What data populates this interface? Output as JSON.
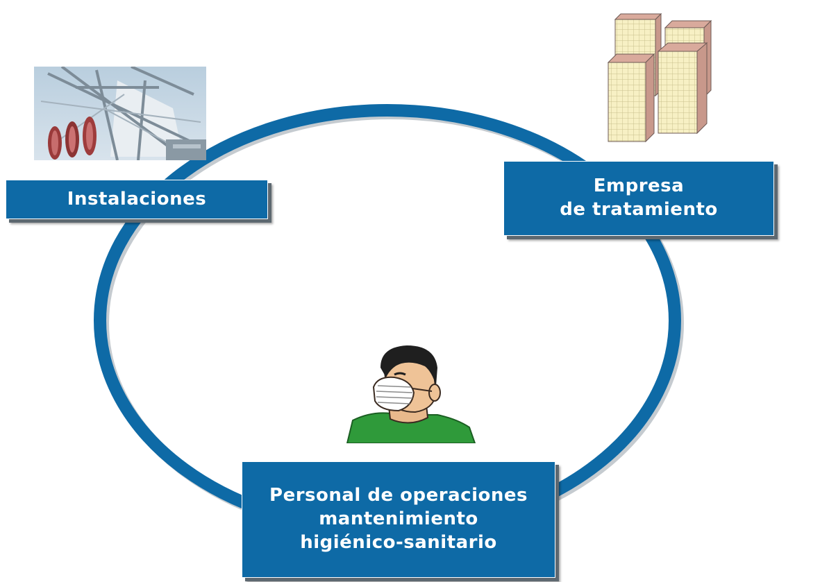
{
  "diagram": {
    "ring_color": "#0e6aa6",
    "box_color": "#0e6aa6",
    "nodes": [
      {
        "id": "instalaciones",
        "lines": [
          "Instalaciones"
        ],
        "image": "industrial-installation-photo"
      },
      {
        "id": "empresa",
        "lines": [
          "Empresa",
          "de tratamiento"
        ],
        "image": "buildings-illustration"
      },
      {
        "id": "personal",
        "lines": [
          "Personal de operaciones",
          "mantenimiento",
          "higiénico-sanitario"
        ],
        "image": "worker-with-mask-illustration"
      }
    ]
  }
}
